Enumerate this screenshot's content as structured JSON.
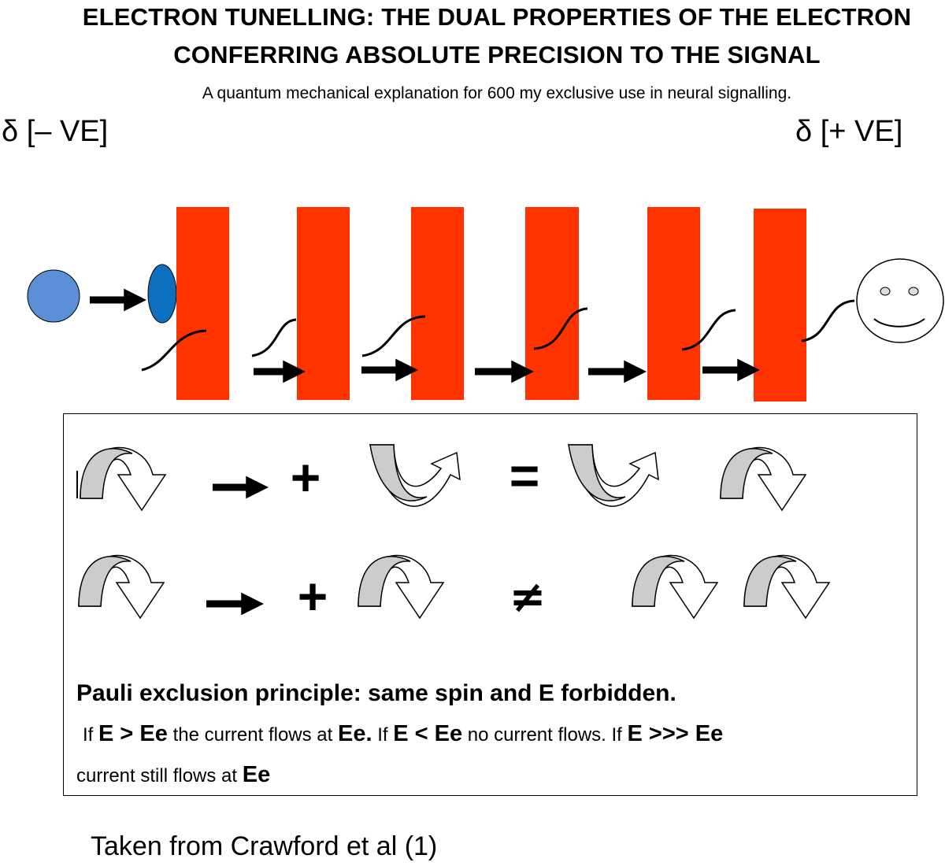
{
  "header": {
    "title_line1": "ELECTRON TUNELLING: THE DUAL PROPERTIES OF THE ELECTRON",
    "title_line2": "CONFERRING ABSOLUTE PRECISION TO THE SIGNAL",
    "subtitle": "A quantum mechanical explanation for 600 my exclusive use in neural signalling."
  },
  "poles": {
    "left": "δ [– VE]",
    "right": "δ [+ VE]"
  },
  "colors": {
    "barrier": "#ff3300",
    "particle": "#5b8fd6",
    "particle_squeezed": "#0d6fbf",
    "spin_arrow_fill": "#cccccc"
  },
  "spin_panel": {
    "row1": {
      "plus": "+",
      "relation": "="
    },
    "row2": {
      "plus": "+",
      "relation": "≠"
    }
  },
  "notes": {
    "heading": "Pauli exclusion principle: same spin and E forbidden.",
    "line1": {
      "if1": "If",
      "cond1": "E > Ee",
      "text1": "the current flows at",
      "val1": "Ee.",
      "if2": "If",
      "cond2": "E < Ee",
      "text2": "no current flows.",
      "if3": "If",
      "cond3": "E >>> Ee"
    },
    "line2": {
      "text": "current still flows at",
      "val": "Ee"
    }
  },
  "source": "Taken from Crawford et al (1)"
}
